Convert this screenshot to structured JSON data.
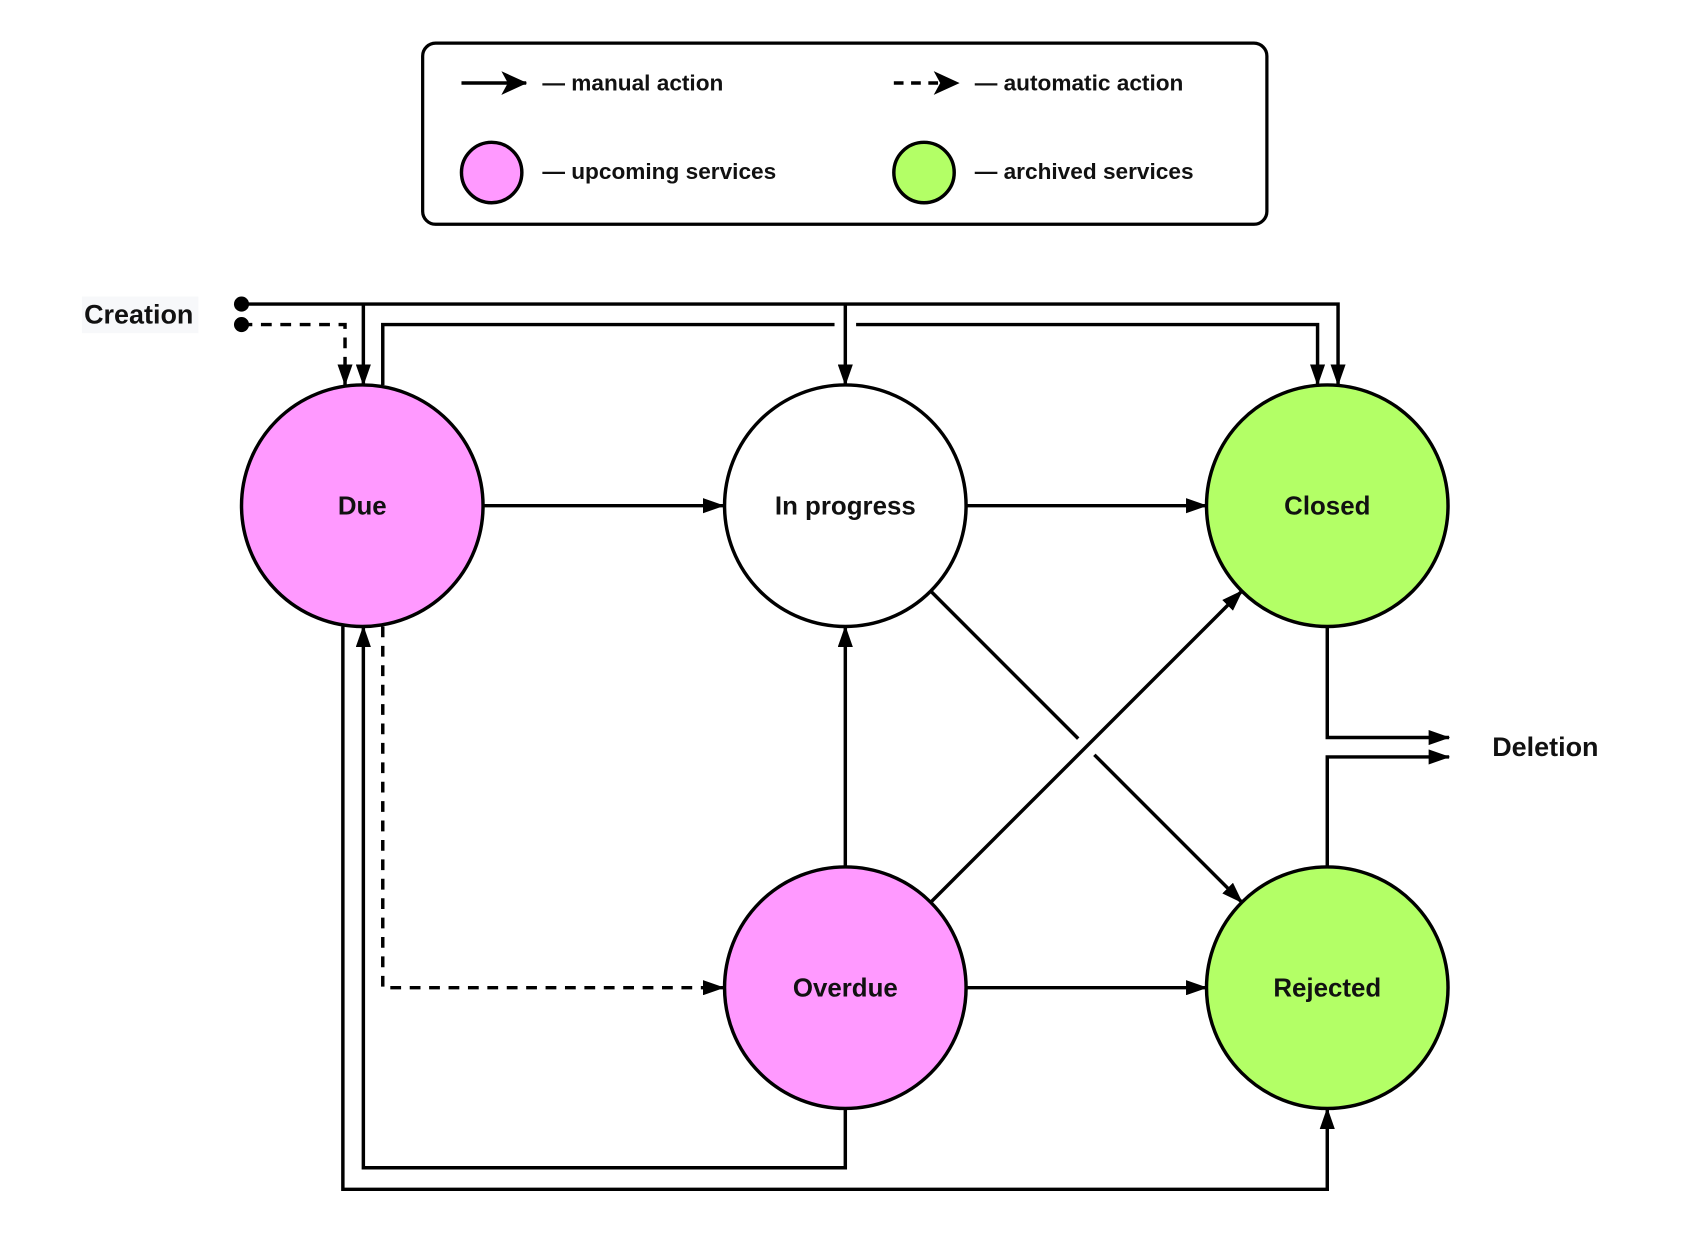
{
  "legend": {
    "manual_label": "— manual action",
    "automatic_label": "— automatic action",
    "upcoming_label": "— upcoming services",
    "archived_label": "— archived services"
  },
  "colors": {
    "upcoming": "#ff99ff",
    "archived": "#b3ff66",
    "neutral": "#ffffff",
    "stroke": "#000000"
  },
  "terminals": {
    "creation": "Creation",
    "deletion": "Deletion"
  },
  "nodes": [
    {
      "id": "due",
      "label": "Due",
      "category": "upcoming"
    },
    {
      "id": "in_progress",
      "label": "In progress",
      "category": "neutral"
    },
    {
      "id": "closed",
      "label": "Closed",
      "category": "archived"
    },
    {
      "id": "overdue",
      "label": "Overdue",
      "category": "upcoming"
    },
    {
      "id": "rejected",
      "label": "Rejected",
      "category": "archived"
    }
  ],
  "transitions": [
    {
      "from": "creation",
      "to": "due",
      "type": "automatic"
    },
    {
      "from": "creation",
      "to": "due",
      "type": "manual"
    },
    {
      "from": "creation",
      "to": "in_progress",
      "type": "manual"
    },
    {
      "from": "creation",
      "to": "closed",
      "type": "manual"
    },
    {
      "from": "due",
      "to": "closed",
      "type": "manual"
    },
    {
      "from": "due",
      "to": "in_progress",
      "type": "manual"
    },
    {
      "from": "in_progress",
      "to": "closed",
      "type": "manual"
    },
    {
      "from": "in_progress",
      "to": "rejected",
      "type": "manual"
    },
    {
      "from": "due",
      "to": "overdue",
      "type": "automatic"
    },
    {
      "from": "due",
      "to": "rejected",
      "type": "manual"
    },
    {
      "from": "overdue",
      "to": "due",
      "type": "manual"
    },
    {
      "from": "overdue",
      "to": "in_progress",
      "type": "manual"
    },
    {
      "from": "overdue",
      "to": "closed",
      "type": "manual"
    },
    {
      "from": "overdue",
      "to": "rejected",
      "type": "manual"
    },
    {
      "from": "closed",
      "to": "deletion",
      "type": "manual"
    },
    {
      "from": "rejected",
      "to": "deletion",
      "type": "manual"
    }
  ]
}
